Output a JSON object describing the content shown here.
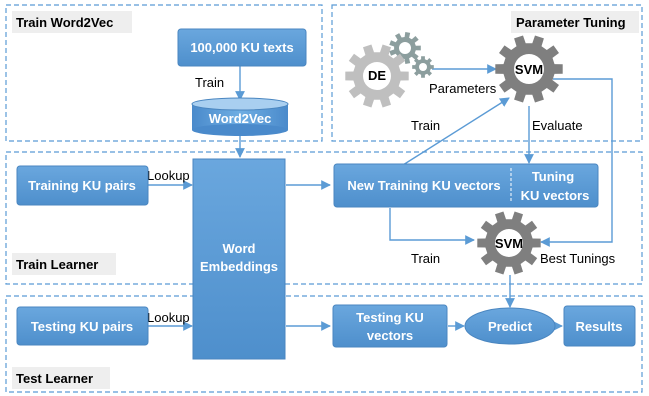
{
  "sections": {
    "train_word2vec": "Train Word2Vec",
    "parameter_tuning": "Parameter Tuning",
    "train_learner": "Train Learner",
    "test_learner": "Test Learner"
  },
  "nodes": {
    "ku_texts": "100,000 KU texts",
    "word2vec": "Word2Vec",
    "de": "DE",
    "svm_tuning": "SVM",
    "training_pairs": "Training KU pairs",
    "word_embeddings_line1": "Word",
    "word_embeddings_line2": "Embeddings",
    "new_training_vectors": "New Training KU vectors",
    "tuning_vectors_line1": "Tuning",
    "tuning_vectors_line2": "KU vectors",
    "svm_learner": "SVM",
    "testing_pairs": "Testing KU pairs",
    "testing_vectors_line1": "Testing KU",
    "testing_vectors_line2": "vectors",
    "predict": "Predict",
    "results": "Results"
  },
  "edges": {
    "train_w2v": "Train",
    "parameters": "Parameters",
    "train_to_svm": "Train",
    "evaluate": "Evaluate",
    "lookup_training": "Lookup",
    "train_learner": "Train",
    "best_tunings": "Best Tunings",
    "lookup_testing": "Lookup"
  },
  "colors": {
    "box_fill": "#5B9BD5",
    "box_border": "#4A86C0",
    "line": "#5B9BD5",
    "dashed_border": "#5B9BD5",
    "gear_fill": "#7F7F7F",
    "gear_light": "#BFBFBF",
    "text_dark": "#000000",
    "text_light": "#FFFFFF"
  }
}
